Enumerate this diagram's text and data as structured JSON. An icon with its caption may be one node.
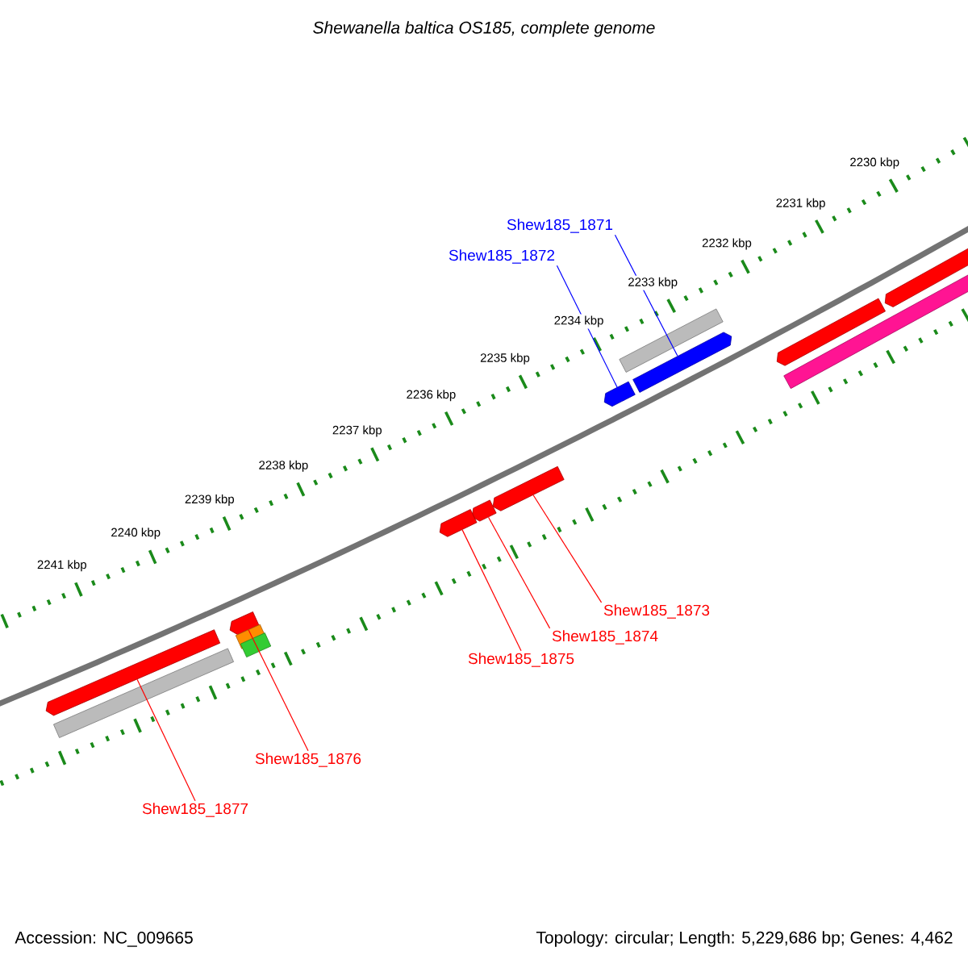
{
  "diagram": {
    "title": "Shewanella baltica OS185, complete genome",
    "nodes": [
      {
        "text": [
          "Shew185_1871"
        ]
      },
      {
        "text": [
          "Shew185_1872"
        ]
      },
      {
        "text": [
          "Shew185_1873"
        ]
      },
      {
        "text": [
          "Shew185_1874"
        ]
      },
      {
        "text": [
          "Shew185_1875"
        ]
      },
      {
        "text": [
          "Shew185_1876"
        ]
      },
      {
        "text": [
          "Shew185_1877"
        ]
      },
      {
        "text": [],
        "shape": "bar"
      },
      {
        "text": [],
        "shape": "bar"
      },
      {
        "text": [],
        "shape": "bar"
      },
      {
        "text": [],
        "shape": "bar"
      },
      {
        "text": [],
        "shape": "bar"
      },
      {
        "text": [],
        "shape": "bar"
      },
      {
        "text": [],
        "shape": "bar"
      },
      {
        "text": [],
        "shape": "bar"
      },
      {
        "text": [],
        "shape": "bar"
      },
      {
        "text": [],
        "shape": "bar"
      },
      {
        "text": [],
        "shape": "bar"
      },
      {
        "text": [],
        "shape": "bar"
      },
      {
        "text": [],
        "shape": "bar"
      },
      {
        "text": [],
        "shape": "bar"
      }
    ],
    "edges": [
      {
        "from": 0,
        "to": 8,
        "arrow": "none",
        "color": "#0000ff"
      },
      {
        "from": 1,
        "to": 9,
        "arrow": "none",
        "color": "#0000ff"
      },
      {
        "from": 2,
        "to": 13,
        "arrow": "none"
      },
      {
        "from": 3,
        "to": 14,
        "arrow": "none"
      },
      {
        "from": 4,
        "to": 15,
        "arrow": "none"
      },
      {
        "from": 5,
        "to": 16,
        "arrow": "none"
      },
      {
        "from": 6,
        "to": 19,
        "arrow": "none"
      }
    ],
    "labels": [
      "2230 kbp",
      "2231 kbp",
      "2232 kbp",
      "2233 kbp",
      "2234 kbp",
      "2235 kbp",
      "2236 kbp",
      "2237 kbp",
      "2238 kbp",
      "2239 kbp",
      "2240 kbp",
      "2241 kbp",
      "Accession: NC_009665",
      "Topology: circular; Length: 5,229,686 bp; Genes: 4,462"
    ]
  }
}
